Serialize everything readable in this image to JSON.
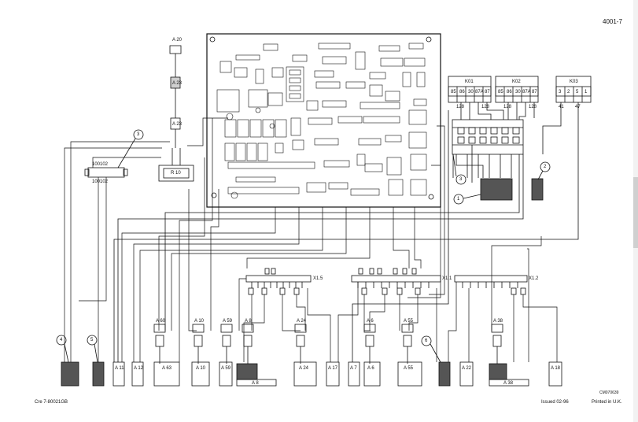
{
  "page": {
    "number": "4001-7",
    "doc_ref": "Cre 7-80021GB",
    "issued": "Issued 02-96",
    "printed": "Printed in U.K.",
    "drawing_ref": "CM070639"
  },
  "callouts": [
    "1",
    "2",
    "3",
    "3",
    "4",
    "5",
    "6"
  ],
  "relays": [
    {
      "label": "K01",
      "pins": [
        "85",
        "86",
        "30",
        "87A",
        "87"
      ],
      "wires": [
        "128",
        "128"
      ]
    },
    {
      "label": "K02",
      "pins": [
        "85",
        "86",
        "30",
        "87A",
        "87"
      ],
      "wires": [
        "128",
        "128"
      ]
    },
    {
      "label": "K03",
      "pins": [
        "3",
        "2",
        "5",
        "1"
      ],
      "wires": [
        "41",
        "47"
      ]
    }
  ],
  "connectors": {
    "top_left": [
      "A 20",
      "A 23",
      "A 23"
    ],
    "resistor": "R 10",
    "junction": [
      "100102",
      "100102"
    ],
    "strips": [
      "X1.5",
      "X1.1",
      "X1.2"
    ],
    "bottom": [
      "A 11",
      "A 12",
      "A 63",
      "A 10",
      "A 59",
      "A 8",
      "A 24",
      "A 17",
      "A 7",
      "A 6",
      "A 55",
      "A 22",
      "A 38",
      "A 18"
    ],
    "bottom_tags": [
      "A 60",
      "A 10",
      "A 59",
      "A 8",
      "A 24",
      "A 6",
      "A 55",
      "A 38"
    ]
  }
}
